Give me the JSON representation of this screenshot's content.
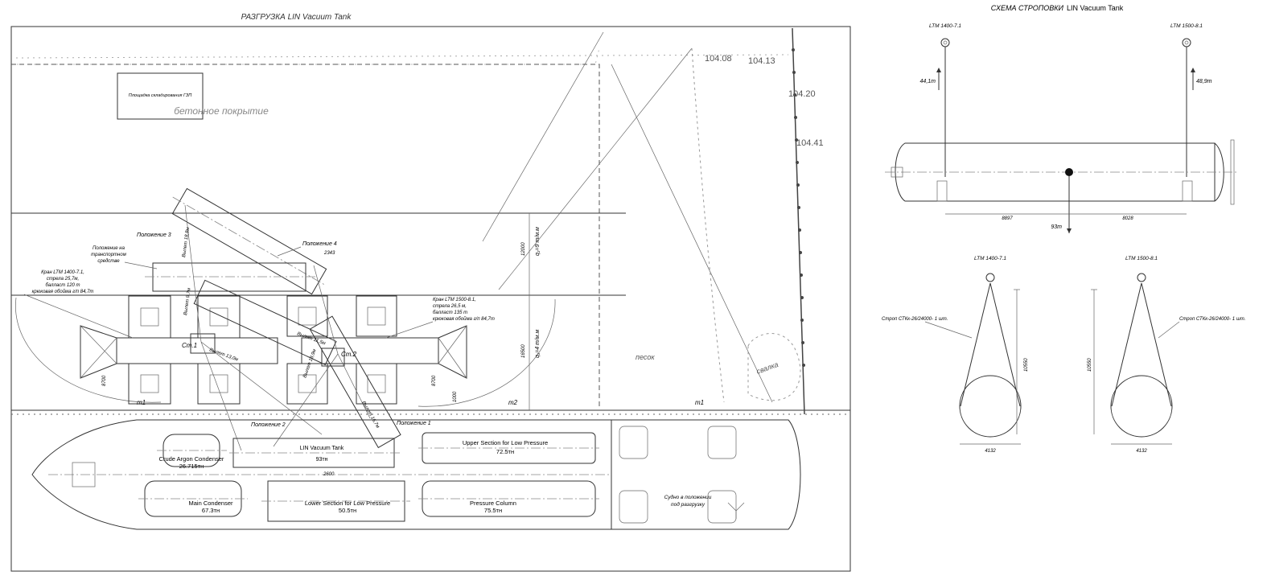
{
  "left_sheet": {
    "title": "РАЗГРУЗКА LIN Vacuum Tank",
    "storage_area_label": "Площадка складирования ГЗП",
    "concrete_label": "бетонное покрытие",
    "sand_label": "песок",
    "dump_label": "свалка",
    "elevations": [
      "104.08",
      "104.13",
      "104.20",
      "104.41"
    ],
    "markers": [
      "m1",
      "m2",
      "m1"
    ],
    "positions": [
      "Положение 1",
      "Положение 2",
      "Положение 3",
      "Положение 4"
    ],
    "transport_position": [
      "Положение на",
      "транспортном",
      "средстве"
    ],
    "crane_left": [
      "Кран LTM 1400-7.1,",
      "стрела 25,7м,",
      "балласт 120 т",
      "крюковая обойма г/п 84,7т"
    ],
    "crane_right": [
      "Кран LTM 1500-8.1,",
      "стрела 26,5 м,",
      "балласт 135 т",
      "крюковая обойма г/п 84,7т"
    ],
    "crane_markers": [
      "Ст.1",
      "Ст.2"
    ],
    "loads": [
      "q₂=9 т/м.м",
      "q₁=4 т/м.м"
    ],
    "dimensions": [
      "12000",
      "16500",
      "8700",
      "8700",
      "2343",
      "2600",
      "1000"
    ],
    "reach_labels": [
      "Вылет 18,8м",
      "Вылет 9,7м",
      "Вылет 13,0м",
      "Вылет 11,5м",
      "Вылет 18,9м",
      "Вылет 16,7м"
    ],
    "vessel_state": [
      "Судно в положении",
      "под разгрузку"
    ],
    "cargo": [
      {
        "name": "LIN Vacuum Tank",
        "weight": "93тн"
      },
      {
        "name": "Upper Section for Low Pressure",
        "weight": "72.5тн"
      },
      {
        "name": "Crude Argon Condenser",
        "weight": "26.715тн"
      },
      {
        "name": "Main Condenser",
        "weight": "67.3тн"
      },
      {
        "name": "Lower Section for Low Pressure",
        "weight": "50.5тн"
      },
      {
        "name": "Pressure Column",
        "weight": "75.5тн"
      }
    ]
  },
  "right_sheet": {
    "title_prefix": "СХЕМА СТРОПОВКИ",
    "title_suffix": "LIN Vacuum Tank",
    "crane_a": "LTM 1400-7.1",
    "crane_b": "LTM 1500-8.1",
    "load_a": "44,1т",
    "load_b": "48,9т",
    "dim_a": "8897",
    "dim_b": "8028",
    "total_weight": "93т",
    "sling_label": "Строп СТКк-26/24000- 1 шт.",
    "sling_height": "10550",
    "tank_diameter": "4132"
  }
}
